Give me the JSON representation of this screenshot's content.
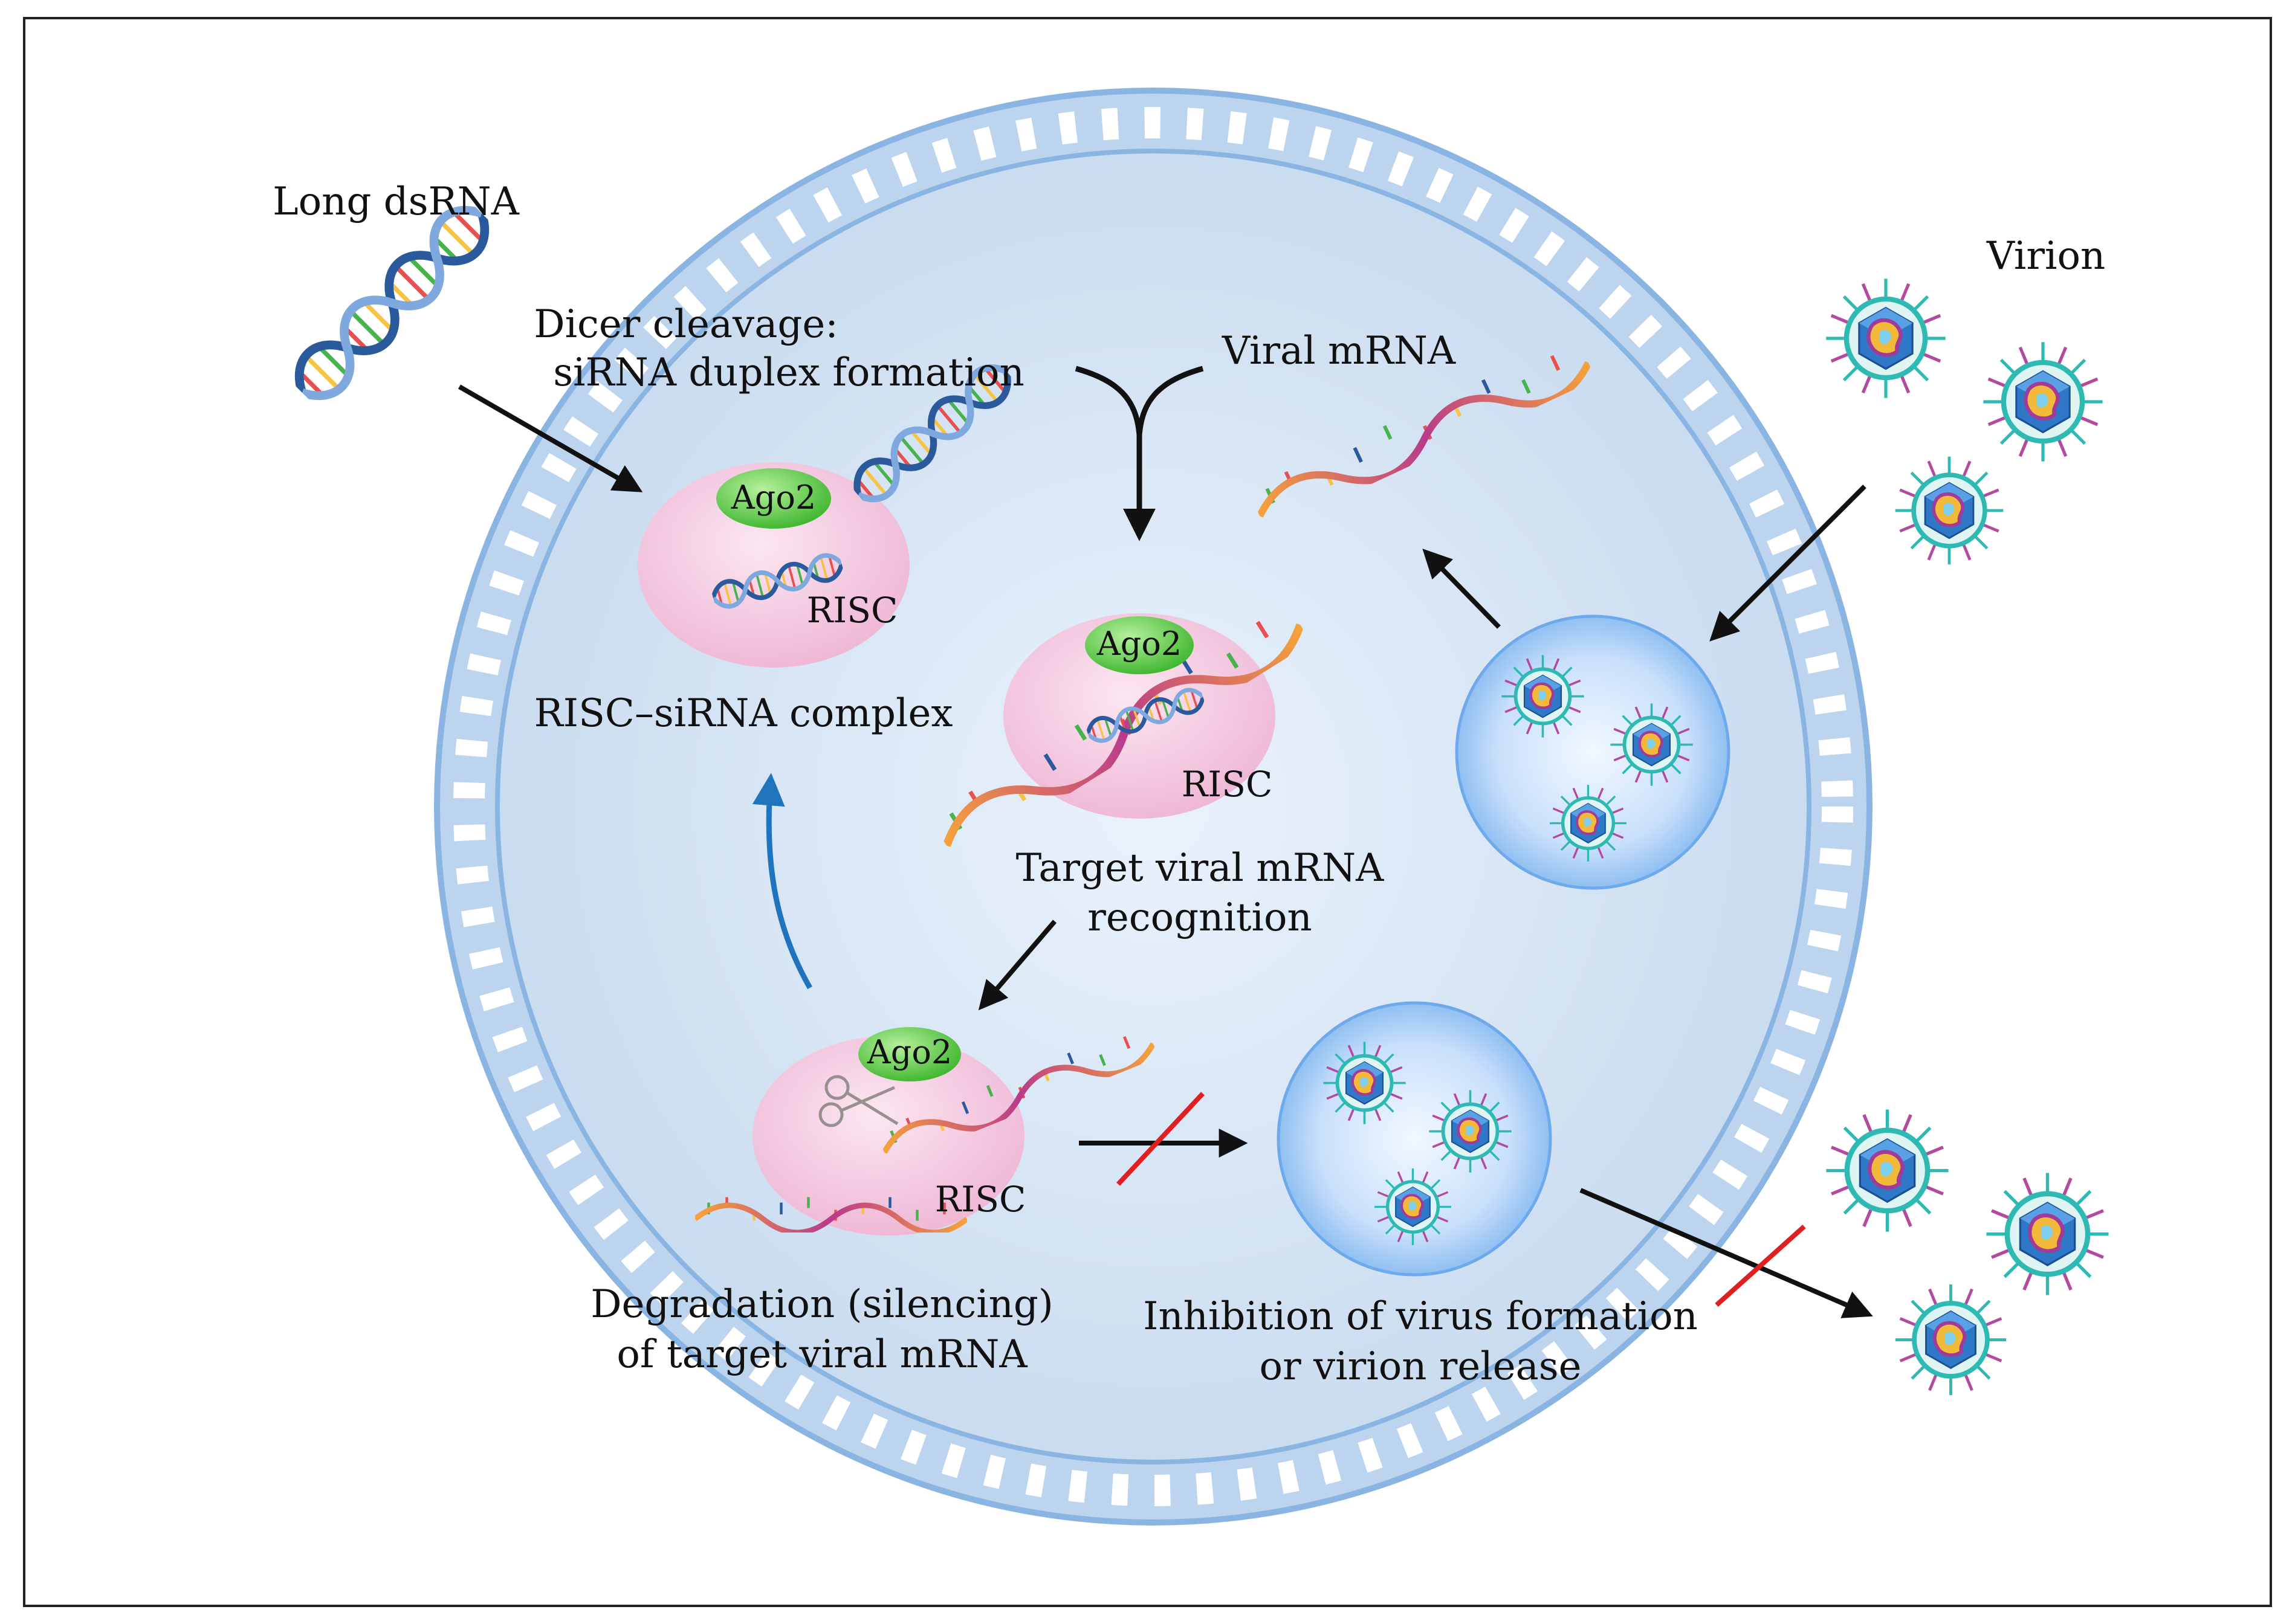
{
  "labels": {
    "long_dsrna": "Long dsRNA",
    "dicer_line1": "Dicer cleavage:",
    "dicer_line2": "siRNA duplex formation",
    "viral_mrna": "Viral mRNA",
    "virion": "Virion",
    "risc_sirna_complex": "RISC–siRNA complex",
    "target_line1": "Target viral mRNA",
    "target_line2": "recognition",
    "degradation_line1": "Degradation (silencing)",
    "degradation_line2": "of target viral mRNA",
    "inhibition_line1": "Inhibition of virus formation",
    "inhibition_line2": "or virion release"
  },
  "complexes": [
    {
      "id": "risc-sirna",
      "ago": "Ago2",
      "risc": "RISC"
    },
    {
      "id": "risc-target",
      "ago": "Ago2",
      "risc": "RISC"
    },
    {
      "id": "risc-degradation",
      "ago": "Ago2",
      "risc": "RISC"
    }
  ],
  "colors": {
    "cell_fill": "#dce9f6",
    "membrane": "#86b4e6",
    "risc_pink": "#f3c6df",
    "ago_green": "#4fc43d",
    "blocked_red": "#e02020",
    "recycle_blue": "#1f74bd"
  }
}
